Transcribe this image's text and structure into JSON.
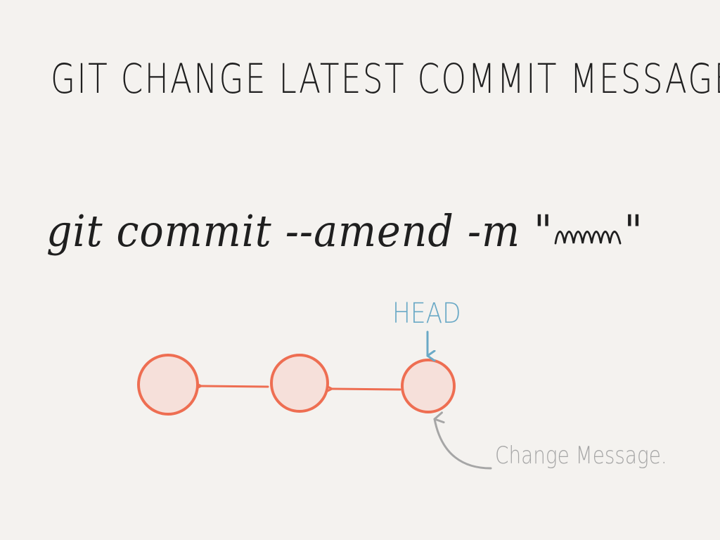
{
  "title": "GIT CHANGE LATEST COMMIT MESSAGE",
  "command": "git commit --amend -m \"",
  "command_end": "\"",
  "head_label": "HEAD",
  "annotation": "Change Message.",
  "colors": {
    "background": "#f4f2ef",
    "ink": "#1f1f1f",
    "commit_stroke": "#ee6e52",
    "commit_fill": "#f6e0da",
    "head": "#6aa9c6",
    "annotation": "#a6a6a6"
  },
  "commits": [
    {
      "name": "commit-1"
    },
    {
      "name": "commit-2"
    },
    {
      "name": "commit-3-head"
    }
  ]
}
